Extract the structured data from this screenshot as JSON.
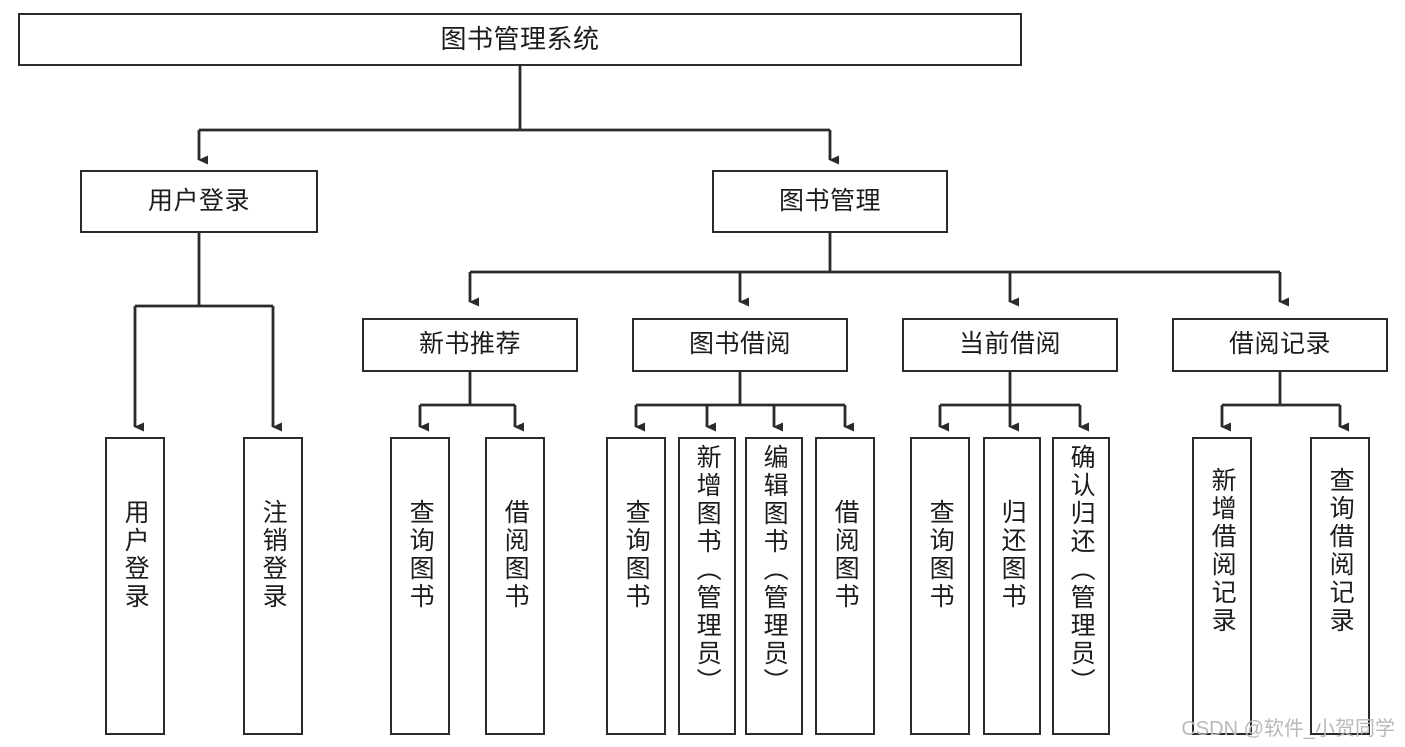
{
  "diagram": {
    "type": "tree-hierarchy",
    "title": "图书管理系统",
    "stroke_color": "#2b2b2b",
    "background_color": "#ffffff",
    "text_color": "#1c1c1c",
    "root": {
      "label": "图书管理系统"
    },
    "level2": [
      {
        "label": "用户登录"
      },
      {
        "label": "图书管理"
      }
    ],
    "level3": [
      {
        "label": "新书推荐"
      },
      {
        "label": "图书借阅"
      },
      {
        "label": "当前借阅"
      },
      {
        "label": "借阅记录"
      }
    ],
    "leaves": {
      "user_login": [
        {
          "label": "用户登录"
        },
        {
          "label": "注销登录"
        }
      ],
      "new_book_recommend": [
        {
          "label": "查询图书"
        },
        {
          "label": "借阅图书"
        }
      ],
      "book_borrow": [
        {
          "label": "查询图书"
        },
        {
          "label": "新增图书（管理员）"
        },
        {
          "label": "编辑图书（管理员）"
        },
        {
          "label": "借阅图书"
        }
      ],
      "current_borrow": [
        {
          "label": "查询图书"
        },
        {
          "label": "归还图书"
        },
        {
          "label": "确认归还（管理员）"
        }
      ],
      "borrow_record": [
        {
          "label": "新增借阅记录"
        },
        {
          "label": "查询借阅记录"
        }
      ]
    }
  },
  "watermark": {
    "text": "CSDN @软件_小贺同学"
  }
}
